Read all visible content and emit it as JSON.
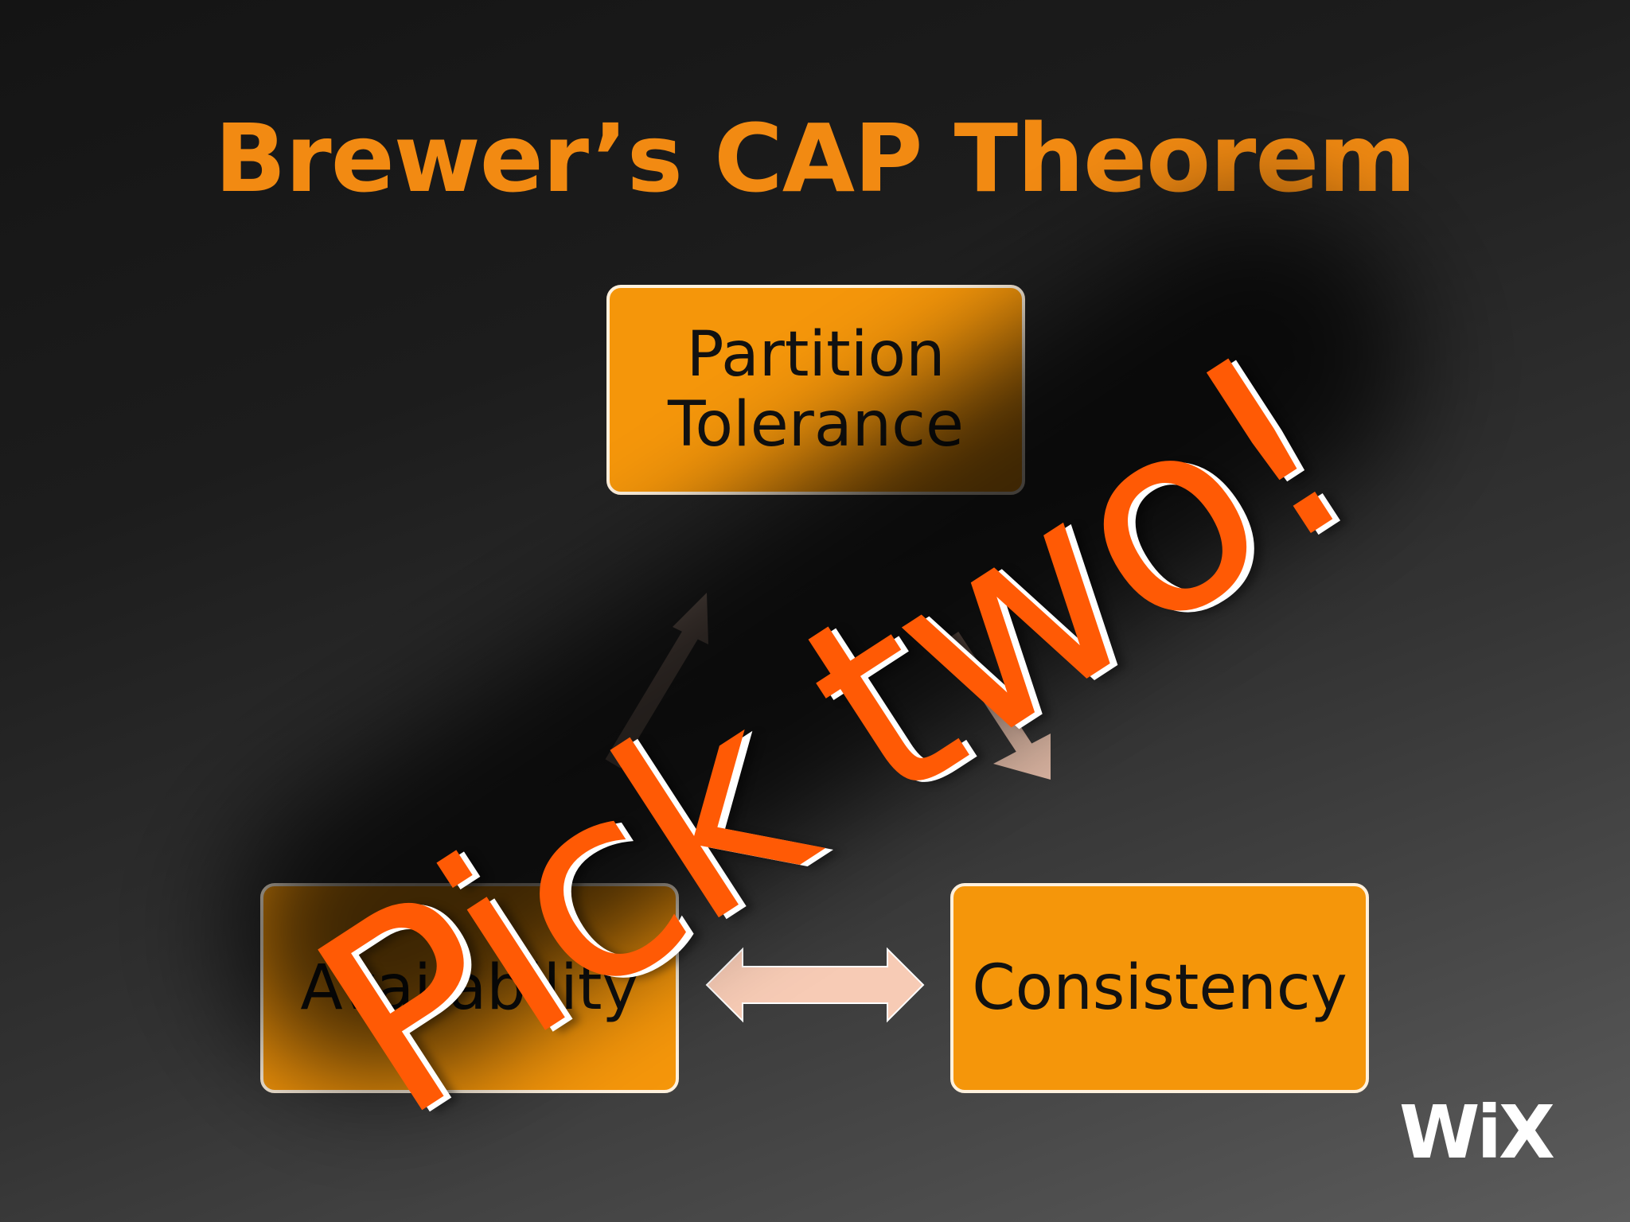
{
  "slide": {
    "title": "Brewer’s CAP Theorem",
    "overlay_text": "Pick two!",
    "logo_text": "WiX"
  },
  "nodes": {
    "partition_tolerance": [
      "Partition",
      "Tolerance"
    ],
    "availability": "Availability",
    "consistency": "Consistency"
  },
  "colors": {
    "title": "#f28a12",
    "box_fill": "#f5960a",
    "box_border": "#fff1dd",
    "overlay_text": "#ff5a05",
    "arrow": "#f7cbb5",
    "logo": "#ffffff"
  }
}
